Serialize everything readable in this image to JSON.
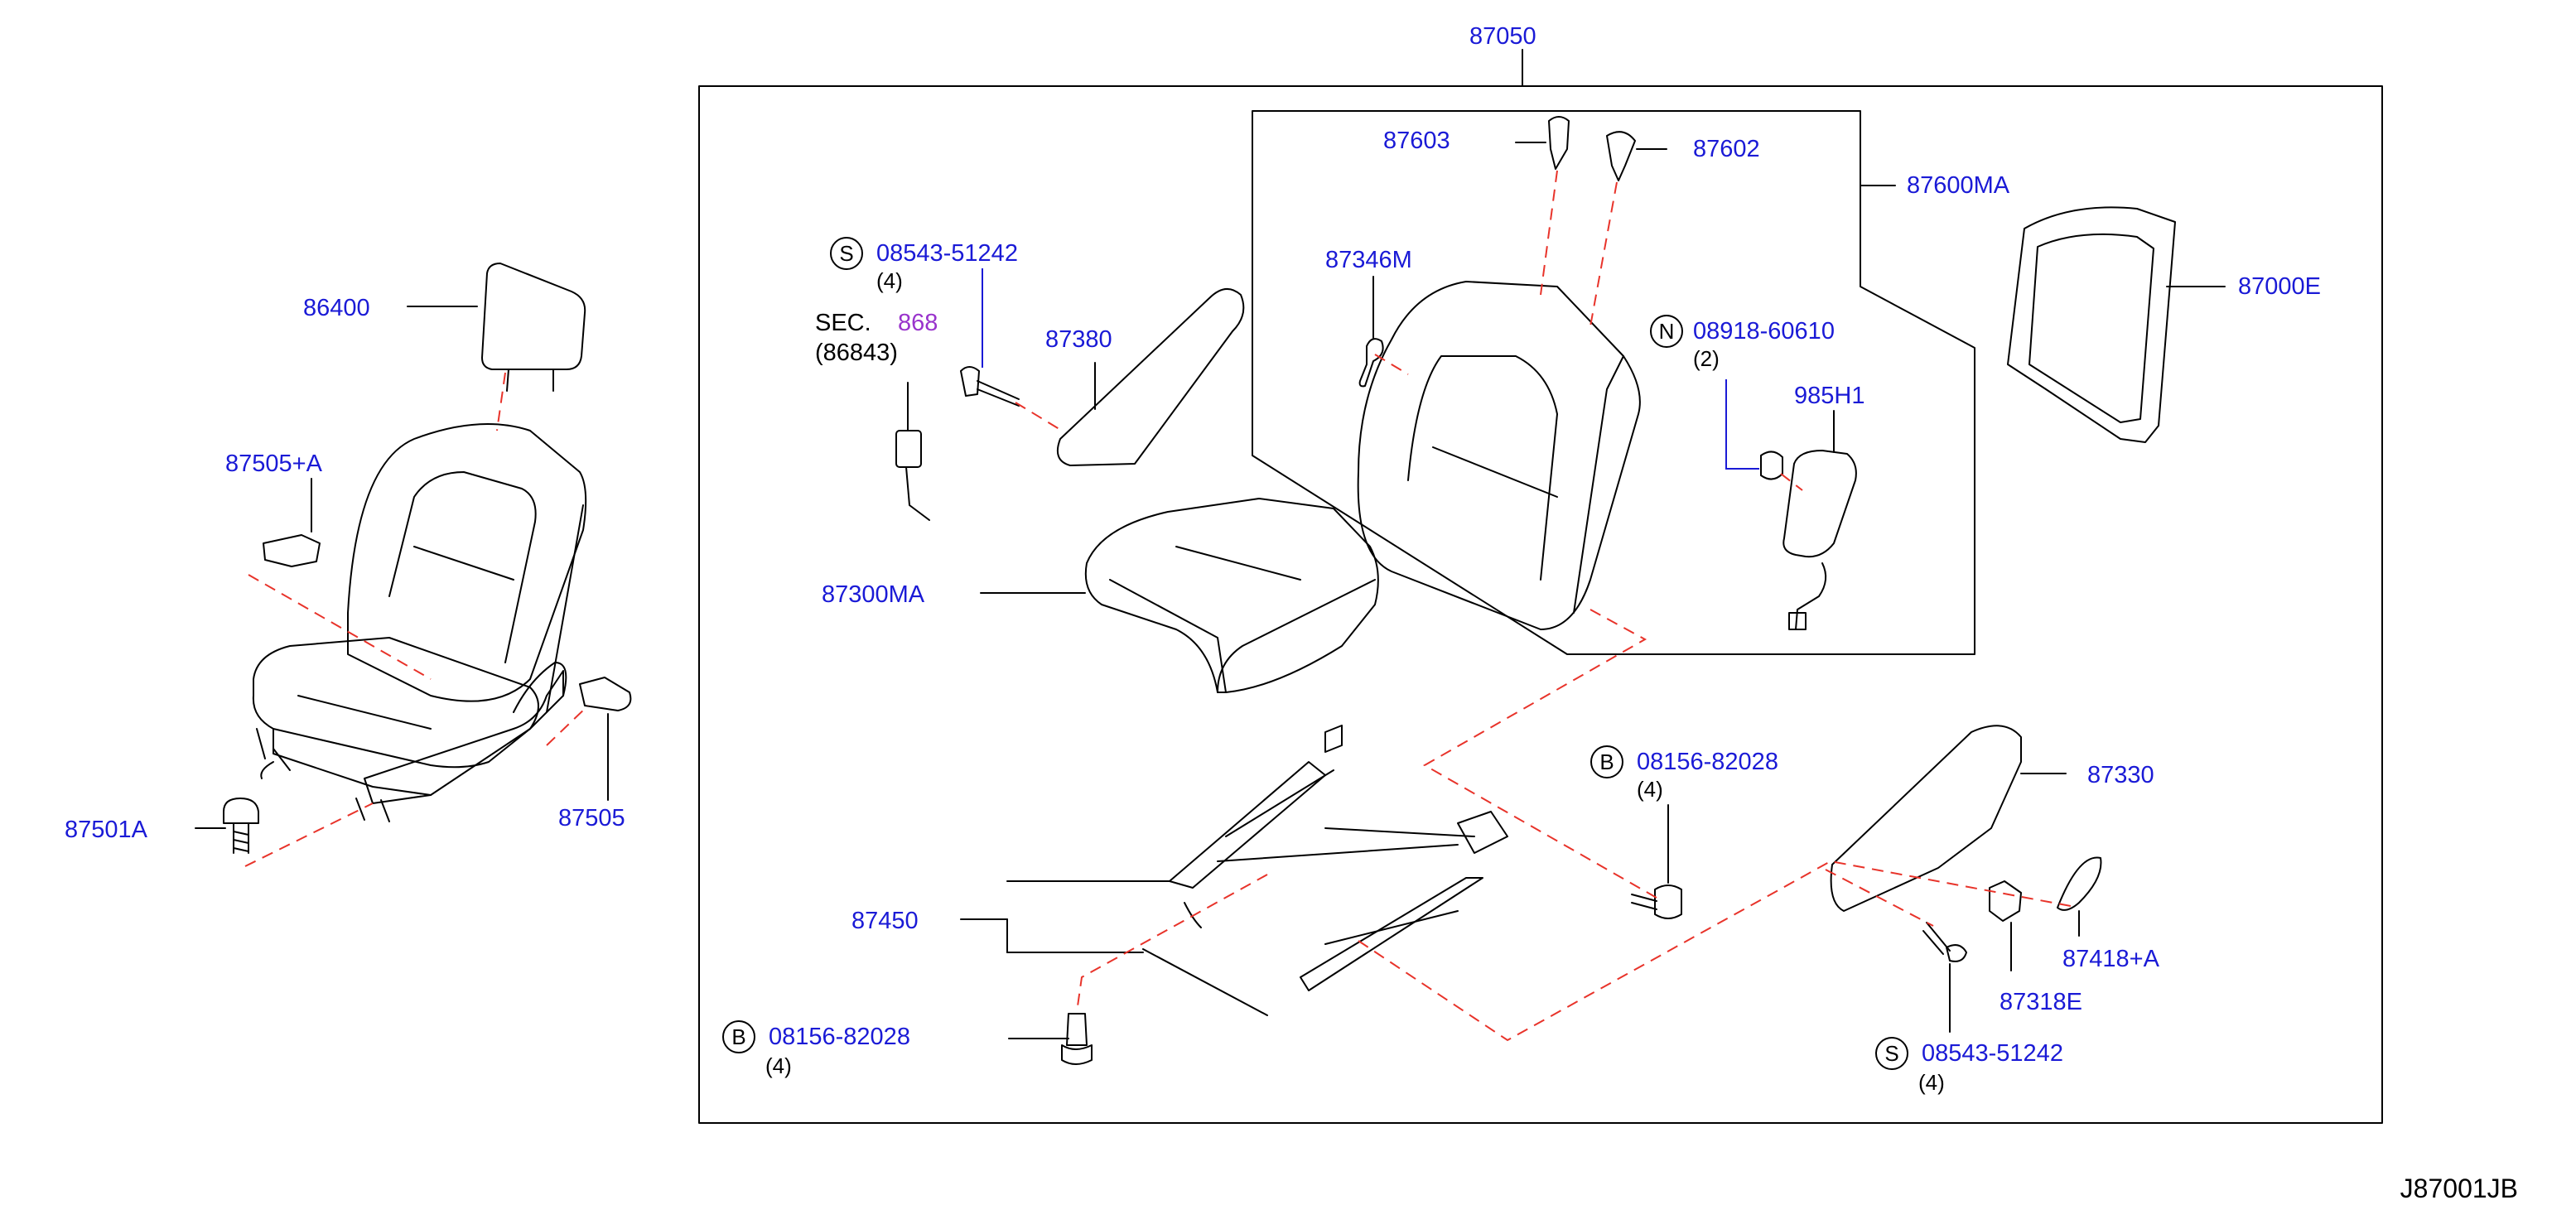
{
  "diagram": {
    "reference_code": "J87001JB",
    "colors": {
      "part_number": "#1a1ad6",
      "section_ref": "#9933cc",
      "leader": "#000000",
      "dashed": "#e8332a"
    },
    "labels": {
      "p87050": "87050",
      "p87603": "87603",
      "p87602": "87602",
      "p87600MA": "87600MA",
      "p87000E": "87000E",
      "p86400": "86400",
      "p87505A": "87505+A",
      "p87505": "87505",
      "p87501A": "87501A",
      "p87346M": "87346M",
      "p87380": "87380",
      "p87300MA": "87300MA",
      "p985H1": "985H1",
      "p87450": "87450",
      "p87330": "87330",
      "p87418A": "87418+A",
      "p87318E": "87318E"
    },
    "fasteners": {
      "s_top": {
        "badge": "S",
        "part": "08543-51242",
        "qty": "(4)"
      },
      "n_bolt": {
        "badge": "N",
        "part": "08918-60610",
        "qty": "(2)"
      },
      "b_mid": {
        "badge": "B",
        "part": "08156-82028",
        "qty": "(4)"
      },
      "b_left": {
        "badge": "B",
        "part": "08156-82028",
        "qty": "(4)"
      },
      "s_bottom": {
        "badge": "S",
        "part": "08543-51242",
        "qty": "(4)"
      }
    },
    "section": {
      "prefix": "SEC.",
      "number": "868",
      "subref": "(86843)"
    }
  }
}
